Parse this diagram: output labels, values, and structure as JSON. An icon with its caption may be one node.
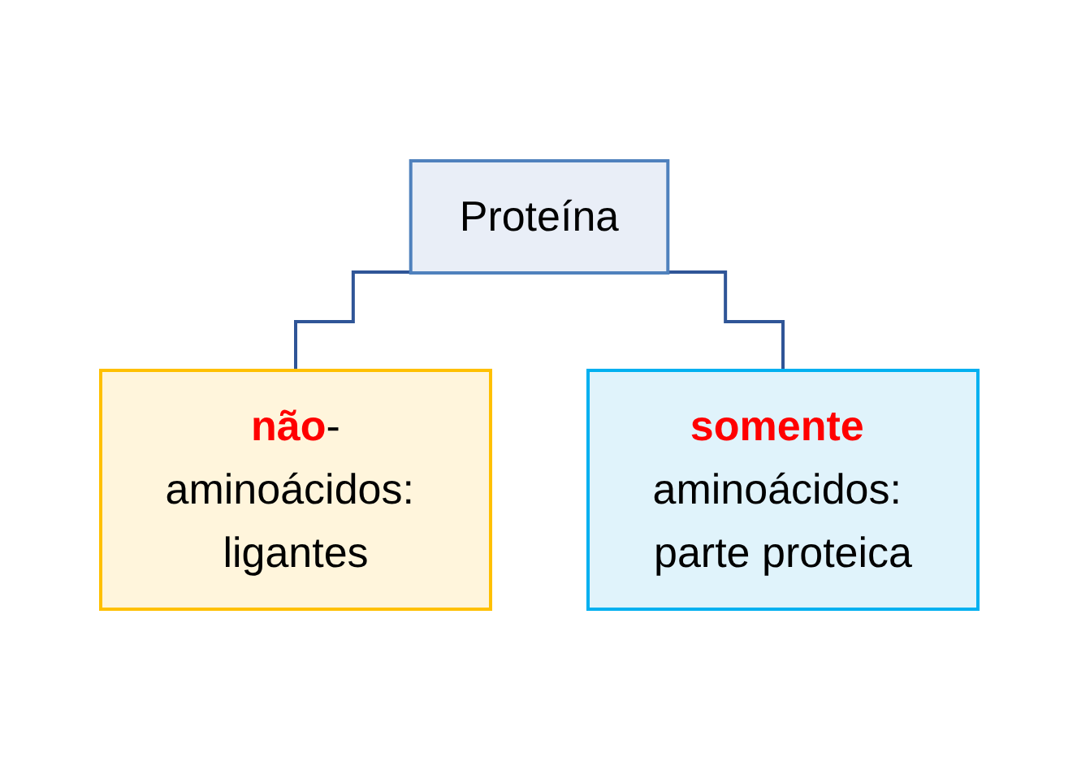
{
  "diagram": {
    "nodes": [
      {
        "text": [
          "Proteína"
        ]
      },
      {
        "text": [
          "**não**-aminoácidos: ligantes"
        ]
      },
      {
        "text": [
          "**somente** aminoácidos: parte proteica"
        ]
      }
    ],
    "edges": [
      {
        "from": 0,
        "to": 1,
        "arrow": "none"
      },
      {
        "from": 0,
        "to": 2,
        "arrow": "none"
      }
    ]
  }
}
